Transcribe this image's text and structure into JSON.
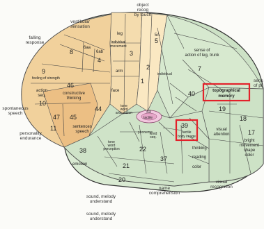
{
  "outside_labels": {
    "object_recog": [
      "object",
      "recog",
      "by touch"
    ],
    "vestibular": [
      "vestibular",
      "sensation"
    ],
    "falling": [
      "falling",
      "response"
    ],
    "spontaneous": [
      "spontaneous",
      "speech"
    ],
    "personality": [
      "personality",
      "endurance"
    ],
    "sound_melody": [
      "sound, melody",
      "understand"
    ],
    "sound_melody_dup": [
      "sound, melody",
      "understand"
    ],
    "name_comp": [
      "name",
      "comprehension"
    ],
    "visual_recog": [
      "visual",
      "recognition"
    ],
    "sense_right": [
      "sens",
      "of pl"
    ]
  },
  "regions": {
    "n8": "8",
    "n6aa": "6aa",
    "n6ab": "6ab",
    "leg": "leg",
    "indiv_mov": [
      "individual",
      "movement"
    ],
    "n3": "3",
    "n5a": "5A",
    "n5": "5",
    "action_leg": [
      "sense of",
      "action of leg, trunk"
    ],
    "n7": "7",
    "n9": "9",
    "feeling": "feeling of strength",
    "n4": "4",
    "arm": "arm",
    "n2": "2",
    "n1": "1",
    "n46": "46",
    "constructive": [
      "constructive",
      "thinking"
    ],
    "face": "face",
    "action_seq": [
      "action",
      "seq."
    ],
    "n10": "10",
    "n44": "44",
    "tone_word": [
      "tone",
      "word",
      "articulation"
    ],
    "tactile43": "tactile",
    "n43": "43",
    "n45": "45",
    "sentences": [
      "sentences",
      "speech"
    ],
    "n47": "47",
    "n11": "11",
    "phoneme": "phoneme",
    "n22": "22",
    "tone_word_per": [
      "tone",
      "word",
      "perception"
    ],
    "word_seq": [
      "word",
      "seq."
    ],
    "n38": "38",
    "emotion": "emotion",
    "n21": "21",
    "n20": "20",
    "n37": "37",
    "thinking": "thinking",
    "reading": "reading",
    "color": "color",
    "n19": "19",
    "n18": "18",
    "n17": "17",
    "visual_att": [
      "visual",
      "attention"
    ],
    "bright": [
      "bright",
      "movement",
      "shape",
      "color"
    ],
    "n40": "40",
    "individual": "individual",
    "n39": "39",
    "tactile_img": [
      "tactile",
      "body image"
    ],
    "topo": [
      "topographical",
      "memory"
    ]
  },
  "colors": {
    "frontal": "#f1d19c",
    "frontal_deep": "#e8b779",
    "premotor": "#f4dcae",
    "central": "#fae8c2",
    "parietal": "#d7e9cf",
    "occipital": "#cde2c6",
    "temporal": "#cfe3c8",
    "inferior": "#c5ddc1",
    "insula": "#f2c7de",
    "highlight": "#e3212a",
    "outline": "#333333",
    "background": "#fbfbf8"
  }
}
